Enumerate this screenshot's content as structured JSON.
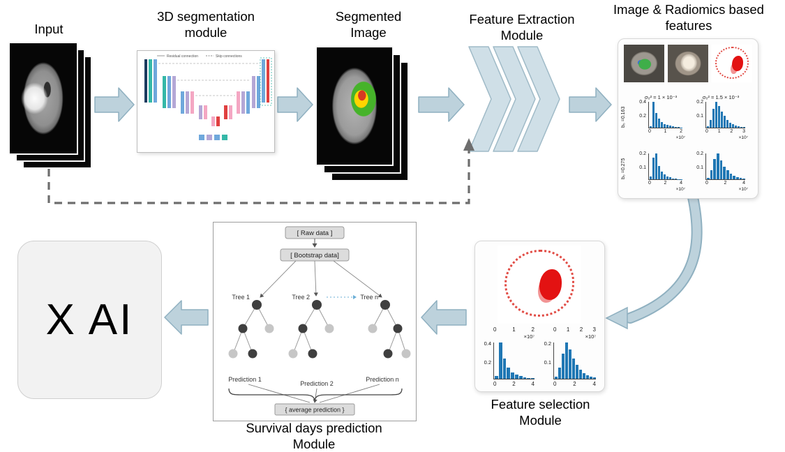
{
  "labels": {
    "input": "Input",
    "seg_module": "3D segmentation\nmodule",
    "segmented": "Segmented\nImage",
    "feature_extraction": "Feature Extraction\nModule",
    "radiomics": "Image & Radiomics based\nfeatures",
    "feature_selection": "Feature selection\nModule",
    "survival": "Survival days prediction\nModule",
    "xai": "X AI"
  },
  "unet": {
    "legend_residual": "Residual connection",
    "legend_skip": "Skip connections"
  },
  "forest": {
    "raw": "[ Raw data ]",
    "bootstrap": "[ Bootstrap data]",
    "tree1": "Tree 1",
    "tree2": "Tree 2",
    "tree_n": "Tree n",
    "pred1": "Prediction 1",
    "pred2": "Prediction 2",
    "pred_n": "Prediction n",
    "avg": "{ average prediction }"
  },
  "radiomics_panel": {
    "h1": {
      "title": "σ₀² = 1 × 10⁻³",
      "row_label": "b₀ =0.163",
      "yticks": [
        "0.4",
        "0.2"
      ],
      "xticks": [
        "0",
        "1",
        "2"
      ],
      "exp": "×10⁷",
      "bars": [
        0.06,
        1,
        0.58,
        0.34,
        0.22,
        0.14,
        0.1,
        0.07,
        0.05,
        0.03,
        0.02,
        0.01
      ]
    },
    "h2": {
      "title": "σ₀² = 1.5 × 10⁻³",
      "yticks": [
        "0.2",
        "0.1"
      ],
      "xticks": [
        "0",
        "1",
        "2",
        "3"
      ],
      "exp": "×10⁷",
      "bars": [
        0.05,
        0.3,
        0.72,
        1,
        0.85,
        0.62,
        0.45,
        0.3,
        0.2,
        0.13,
        0.08,
        0.05,
        0.03,
        0.02
      ]
    },
    "h3": {
      "row_label": "b₀ =0.275",
      "yticks": [
        "0.2",
        "0.1"
      ],
      "xticks": [
        "0",
        "2",
        "4"
      ],
      "exp": "×10⁷",
      "bars": [
        0.1,
        0.85,
        1,
        0.52,
        0.3,
        0.18,
        0.11,
        0.07,
        0.04,
        0.02,
        0.01,
        0.01
      ]
    },
    "h4": {
      "yticks": [
        "0.2",
        "0.1"
      ],
      "xticks": [
        "0",
        "2",
        "4"
      ],
      "exp": "×10⁷",
      "bars": [
        0.05,
        0.35,
        0.78,
        1,
        0.72,
        0.5,
        0.34,
        0.22,
        0.14,
        0.09,
        0.05,
        0.03
      ]
    }
  },
  "selection_panel": {
    "f1": {
      "top_ticks": [
        "0",
        "1",
        "2"
      ],
      "exp": "×10⁷",
      "yticks": [
        "0.4",
        "0.2"
      ],
      "bottom_ticks": [
        "0",
        "2",
        "4"
      ],
      "bars": [
        0.08,
        1,
        0.55,
        0.3,
        0.18,
        0.11,
        0.07,
        0.04,
        0.02,
        0.01
      ]
    },
    "f2": {
      "top_ticks": [
        "0",
        "1",
        "2",
        "3"
      ],
      "exp": "×10⁷",
      "yticks": [
        "0.2",
        "0.1"
      ],
      "bottom_ticks": [
        "0",
        "2",
        "4"
      ],
      "bars": [
        0.05,
        0.3,
        0.7,
        1,
        0.8,
        0.55,
        0.38,
        0.25,
        0.15,
        0.09,
        0.05,
        0.03
      ]
    }
  },
  "colors": {
    "hist_bar": "#1f77b4",
    "arrow_fill": "#bdd2dc",
    "arrow_stroke": "#8fb0c0",
    "dashed_line": "#6e6e6e"
  }
}
